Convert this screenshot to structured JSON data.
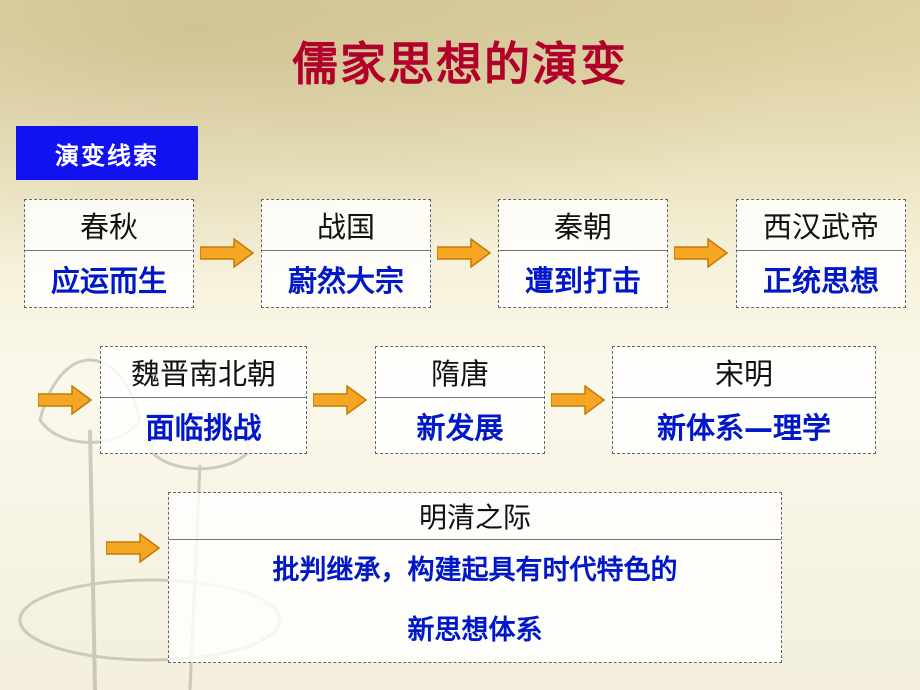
{
  "title": "儒家思想的演变",
  "clue_label": "演变线索",
  "stages": [
    {
      "era": "春秋",
      "desc": "应运而生"
    },
    {
      "era": "战国",
      "desc": "蔚然大宗"
    },
    {
      "era": "秦朝",
      "desc": "遭到打击"
    },
    {
      "era": "西汉武帝",
      "desc": "正统思想"
    },
    {
      "era": "魏晋南北朝",
      "desc": "面临挑战"
    },
    {
      "era": "隋唐",
      "desc": "新发展"
    },
    {
      "era": "宋明",
      "desc": "新体系—理学"
    },
    {
      "era": "明清之际",
      "desc_line1": "批判继承，构建起具有时代特色的",
      "desc_line2": "新思想体系"
    }
  ],
  "colors": {
    "title": "#b1002a",
    "label_bg": "#1212f0",
    "desc": "#0018c8",
    "arrow": "#f5a623"
  },
  "icons": {
    "arrow": "arrow-right-icon"
  }
}
